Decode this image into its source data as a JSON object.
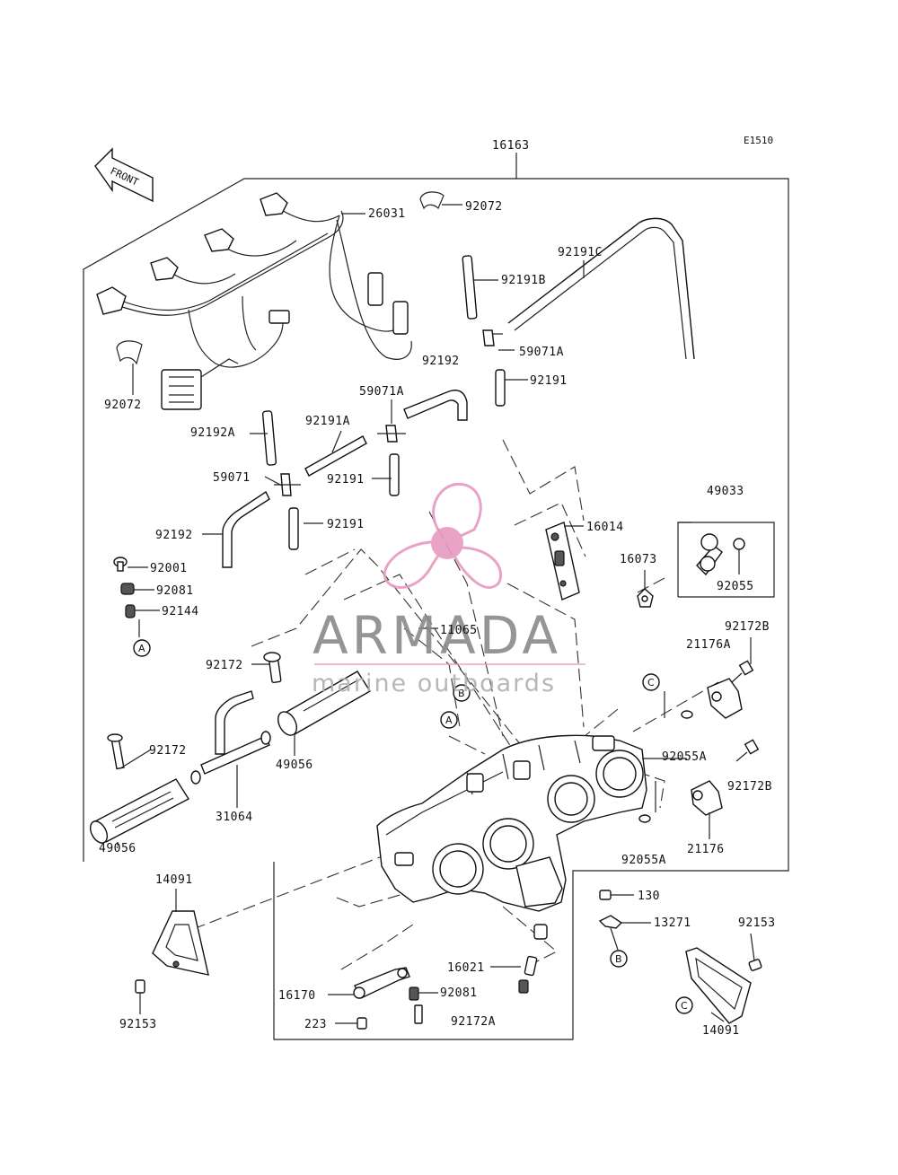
{
  "diagram_code": "E1510",
  "front_arrow_label": "FRONT",
  "watermark": {
    "brand": "ARMADA",
    "tagline": "marine outboards",
    "logo_color": "#e79ac0"
  },
  "part_labels": {
    "p16163": "16163",
    "p92072_top": "92072",
    "p26031": "26031",
    "p92191C": "92191C",
    "p92191B": "92191B",
    "p59071A_r": "59071A",
    "p92072_left": "92072",
    "p92192_top": "92192",
    "p59071A_c": "59071A",
    "p92191_r": "92191",
    "p92192A": "92192A",
    "p92191A": "92191A",
    "p59071": "59071",
    "p92191_c": "92191",
    "p92191_l": "92191",
    "p49033": "49033",
    "p92192_left": "92192",
    "p16014": "16014",
    "p92001": "92001",
    "p16073": "16073",
    "p92081_l": "92081",
    "p92055": "92055",
    "p92144": "92144",
    "p11065": "11065",
    "p92172B_top": "92172B",
    "p21176A": "21176A",
    "p92172_top": "92172",
    "p92172_left": "92172",
    "p49056_c": "49056",
    "p92055A_top": "92055A",
    "p92172B_r": "92172B",
    "p31064": "31064",
    "p49056_l": "49056",
    "p21176": "21176",
    "p92055A_bot": "92055A",
    "p14091_l": "14091",
    "p130": "130",
    "p13271": "13271",
    "p92153_r": "92153",
    "p16021": "16021",
    "p16170": "16170",
    "p92081_b": "92081",
    "p223": "223",
    "p92172A": "92172A",
    "p92153_l": "92153",
    "p14091_r": "14091"
  },
  "callouts": {
    "A": "A",
    "B": "B",
    "C": "C"
  }
}
